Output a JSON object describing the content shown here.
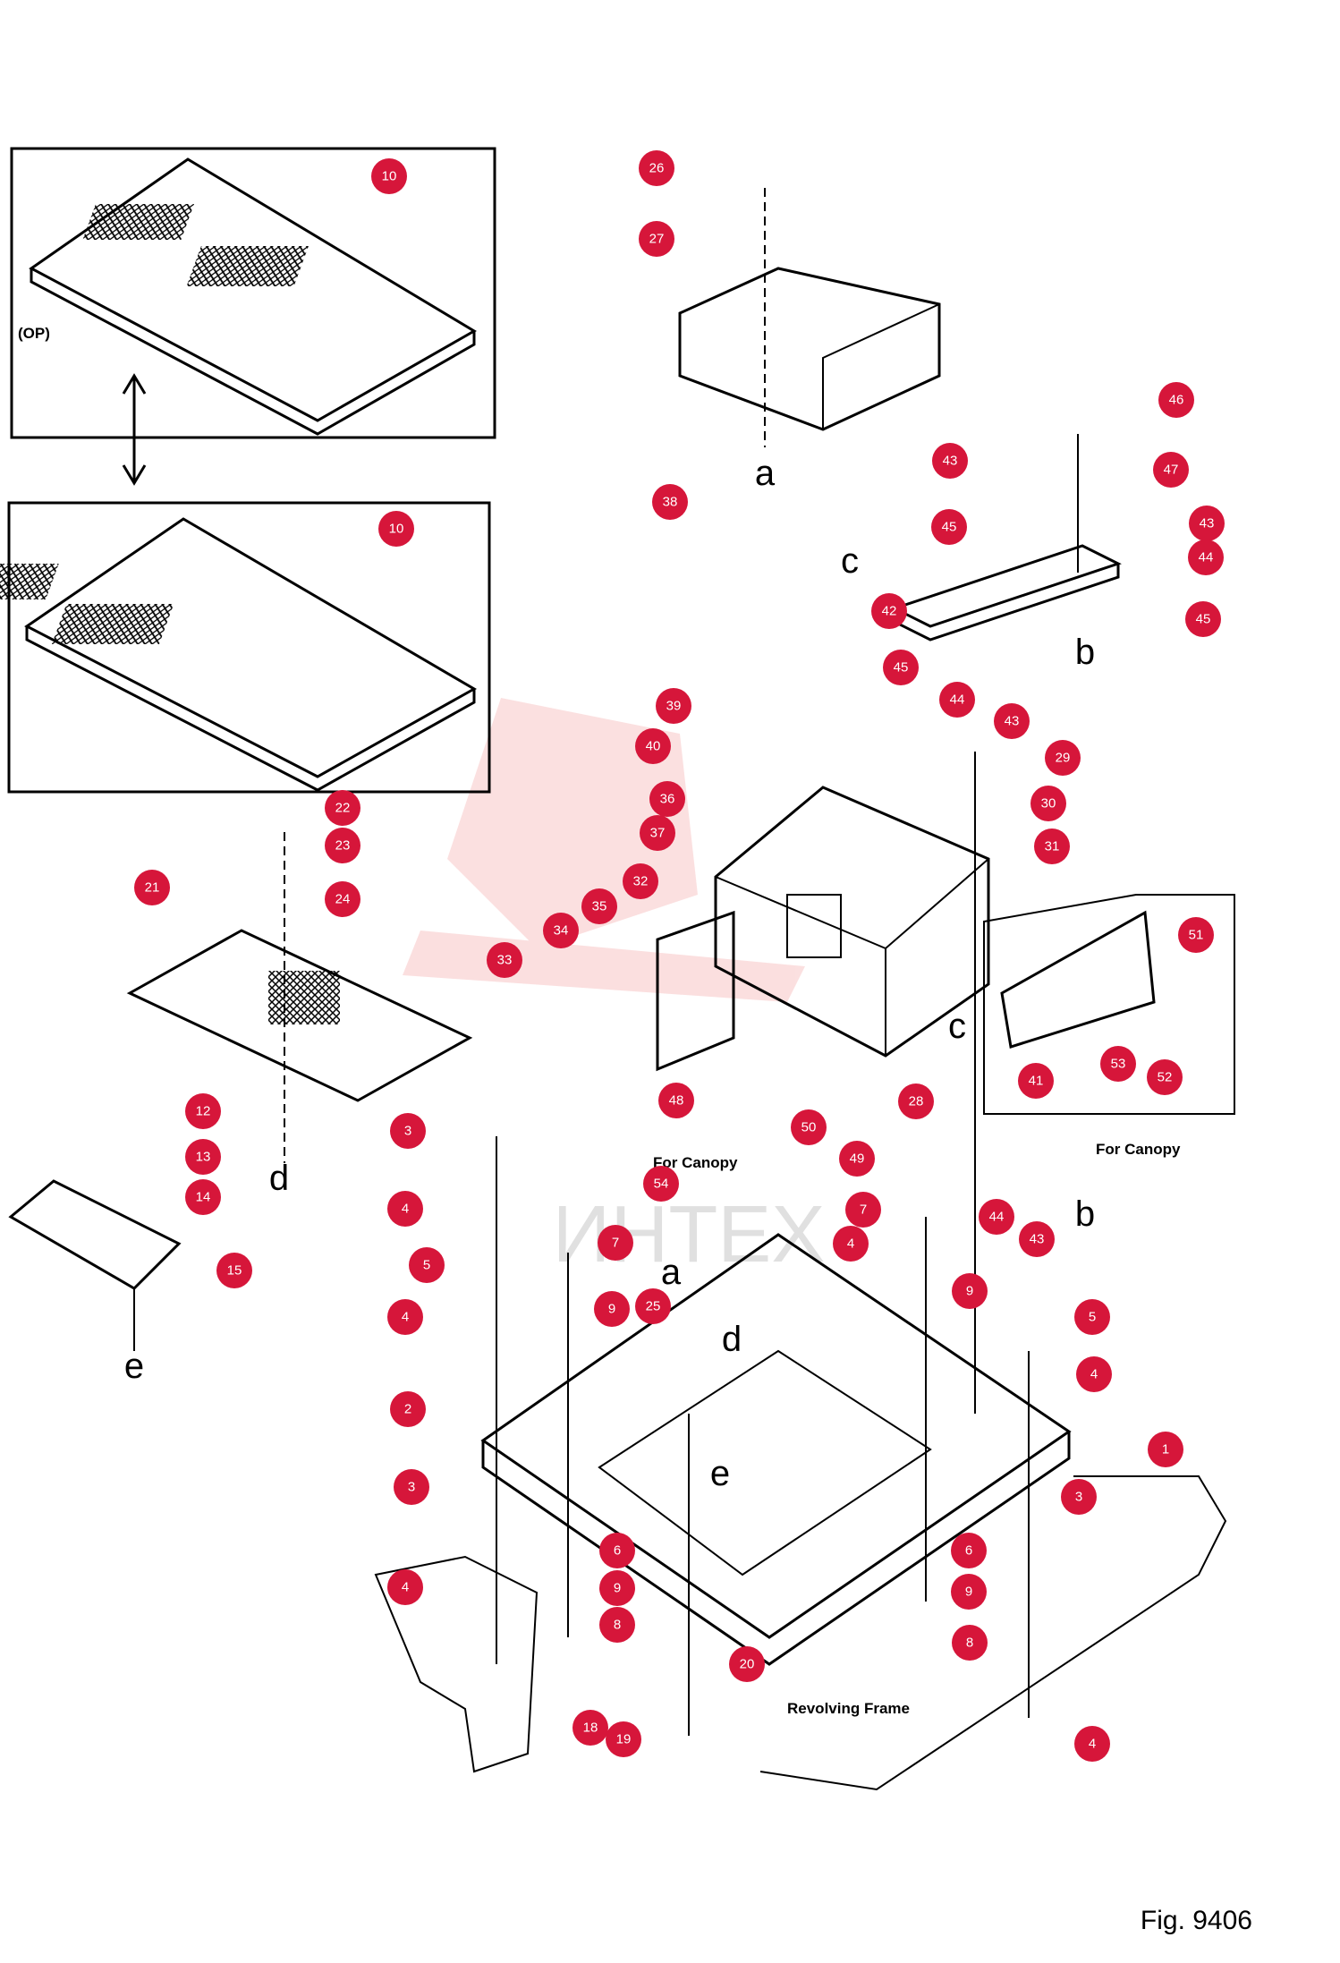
{
  "figure_label": "Fig. 9406",
  "inset_label": "(OP)",
  "captions": {
    "for_canopy_1": "For Canopy",
    "for_canopy_2": "For Canopy",
    "revolving_frame": "Revolving Frame"
  },
  "watermark_text": "ИНТЕХ",
  "colors": {
    "callout": "#d6163a",
    "ink": "#000000",
    "watermark": "#f4a6a6"
  },
  "connection_letters": [
    "a",
    "b",
    "c",
    "d",
    "e"
  ],
  "callouts": [
    "1",
    "2",
    "3",
    "3",
    "3",
    "4",
    "4",
    "4",
    "4",
    "4",
    "4",
    "5",
    "5",
    "6",
    "6",
    "7",
    "7",
    "8",
    "8",
    "9",
    "9",
    "9",
    "9",
    "10",
    "10",
    "12",
    "13",
    "14",
    "15",
    "18",
    "19",
    "20",
    "21",
    "22",
    "23",
    "24",
    "25",
    "26",
    "27",
    "28",
    "29",
    "30",
    "31",
    "32",
    "33",
    "34",
    "35",
    "36",
    "37",
    "38",
    "39",
    "40",
    "41",
    "42",
    "43",
    "43",
    "43",
    "43",
    "44",
    "44",
    "44",
    "45",
    "45",
    "45",
    "46",
    "47",
    "48",
    "49",
    "50",
    "51",
    "52",
    "53",
    "54"
  ]
}
